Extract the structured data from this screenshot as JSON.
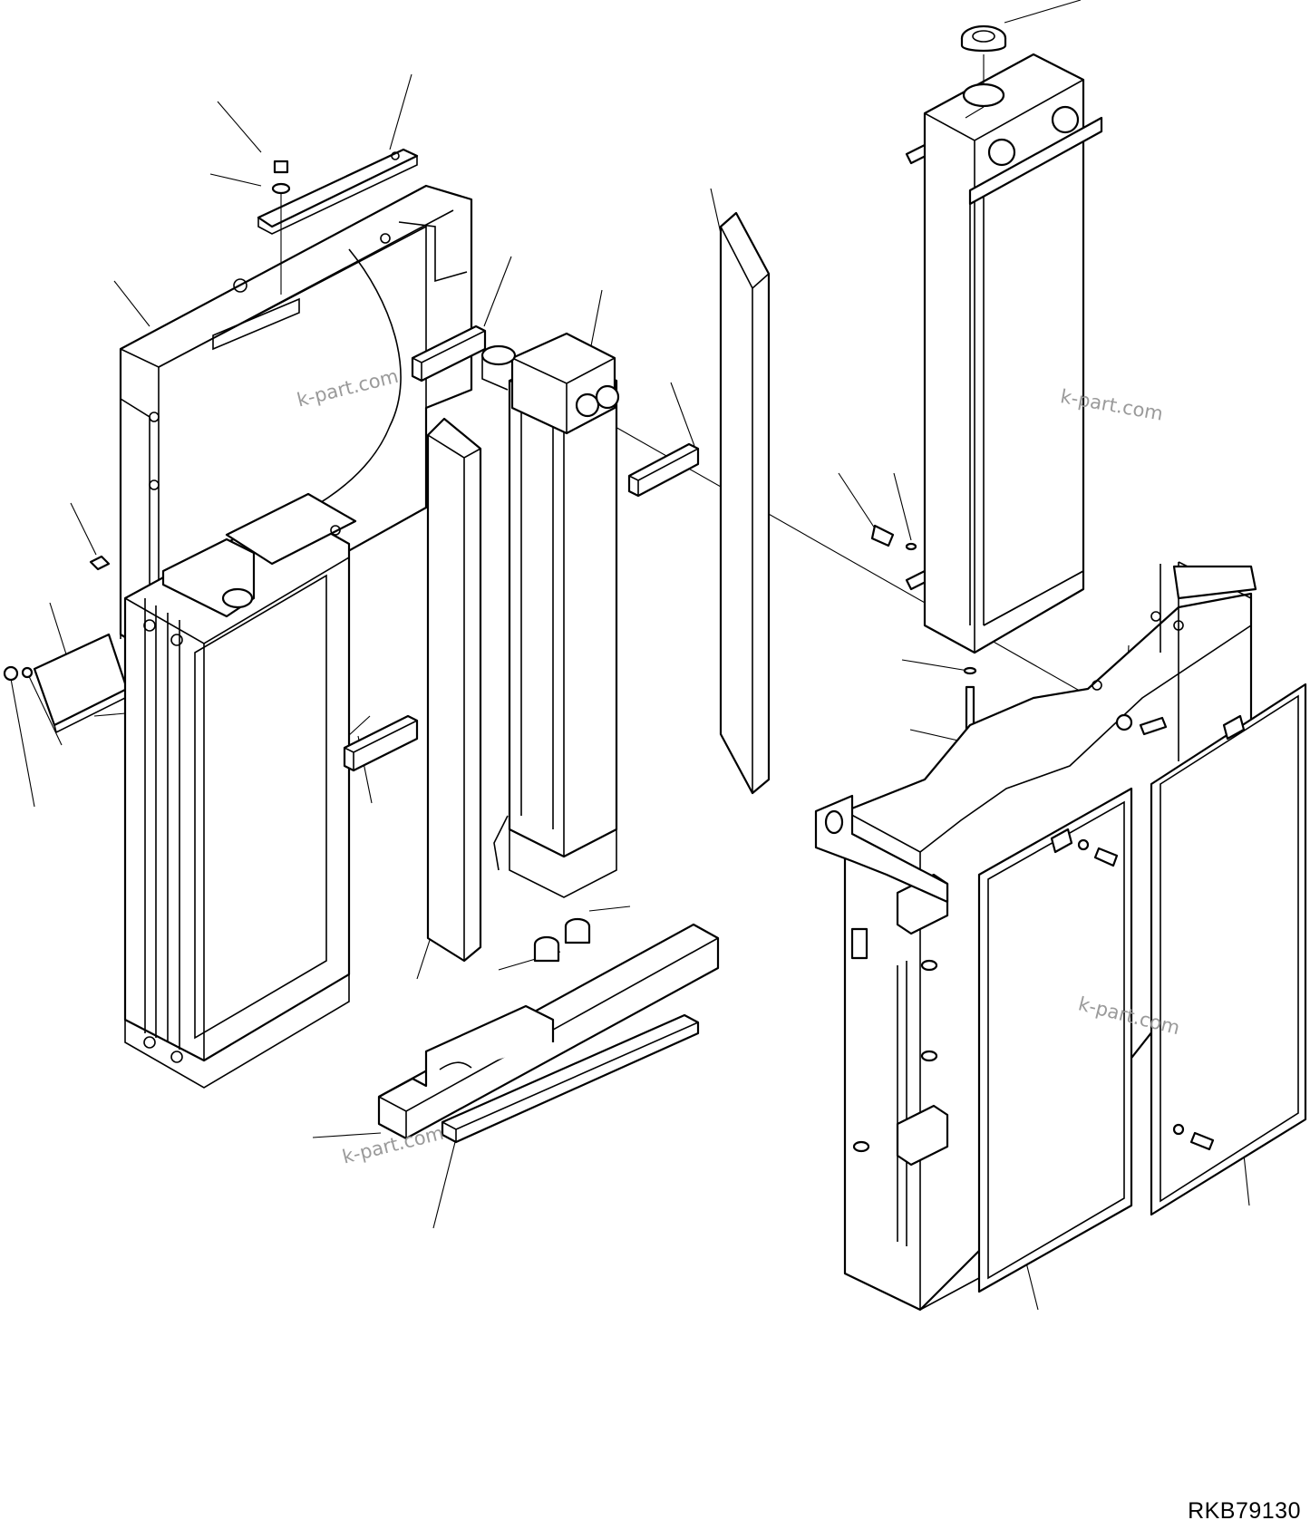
{
  "watermarks": [
    "k-part.com",
    "k-part.com",
    "k-part.com",
    "k-part.com"
  ],
  "drawing_code": "RKB79130",
  "parts": [
    "radiator-cap-icon",
    "radiator-tank-icon",
    "fan-shroud-icon",
    "oil-cooler-icon",
    "aftercooler-icon",
    "seal-sponge-icon",
    "bracket-icon",
    "guard-panel-icon",
    "screen-panel-icon",
    "bolt-icon",
    "washer-icon",
    "wing-bolt-icon",
    "hose-icon"
  ]
}
